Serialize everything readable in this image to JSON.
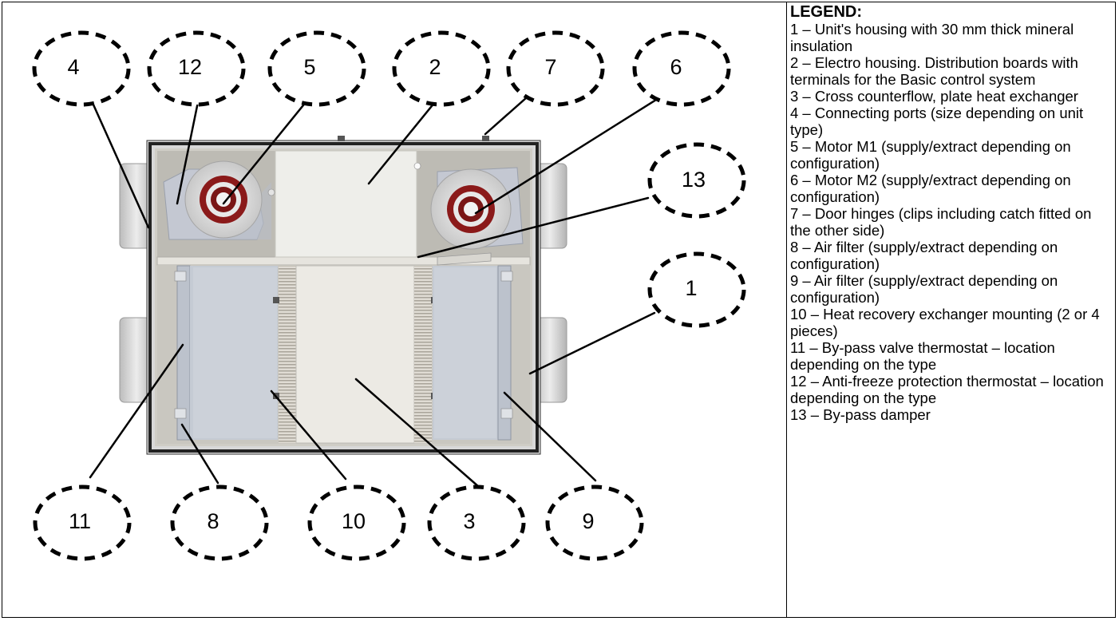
{
  "legend": {
    "title": "LEGEND:",
    "items": [
      "1 – Unit's housing with 30 mm thick mineral insulation",
      "2 – Electro housing. Distribution boards with terminals for the Basic control system",
      "3 – Cross counterflow, plate heat exchanger",
      "4 – Connecting ports (size depending on unit type)",
      "5 – Motor M1 (supply/extract depending on configuration)",
      "6 – Motor M2 (supply/extract depending on configuration)",
      "7 – Door hinges (clips including catch fitted on the other side)",
      "8 – Air filter (supply/extract depending on configuration)",
      "9 – Air filter (supply/extract depending on configuration)",
      "10 – Heat recovery exchanger mounting (2 or 4 pieces)",
      "11 – By-pass valve thermostat – location depending on the type",
      "12 – Anti-freeze protection thermostat – location depending on the type",
      "13 – By-pass damper"
    ]
  },
  "callouts": {
    "c1": "1",
    "c2": "2",
    "c3": "3",
    "c4": "4",
    "c5": "5",
    "c6": "6",
    "c7": "7",
    "c8": "8",
    "c9": "9",
    "c10": "10",
    "c11": "11",
    "c12": "12",
    "c13": "13"
  }
}
